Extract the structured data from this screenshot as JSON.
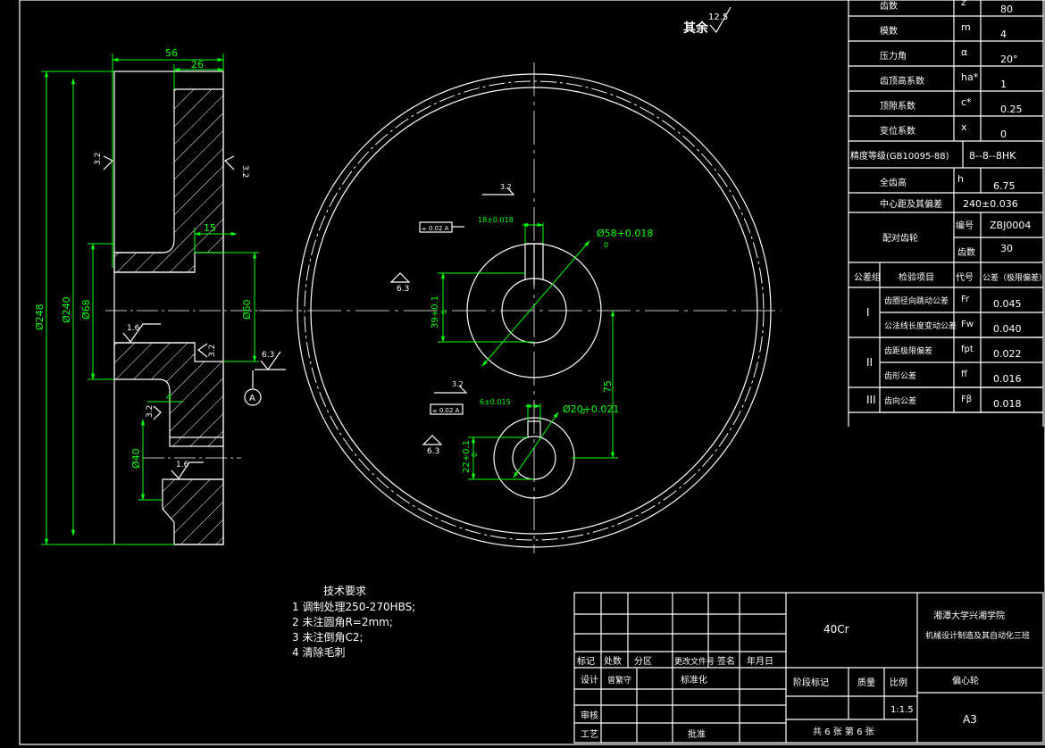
{
  "drawing": {
    "surface_roughness": {
      "label": "其余",
      "value": "12.5"
    },
    "side_view": {
      "dims": {
        "w56": "56",
        "w26": "26",
        "w15": "15",
        "d248": "Ø248",
        "d240": "Ø240",
        "d68": "Ø68",
        "d60": "Ø60",
        "d40": "Ø40",
        "r4": "4"
      },
      "roughness": {
        "r32a": "3.2",
        "r32b": "3.2",
        "r32c": "3.2",
        "r32d": "3.2",
        "r16a": "1.6",
        "r16b": "1.6",
        "r63": "6.3"
      },
      "datum": "A"
    },
    "front_view": {
      "hole1": {
        "width": "18±0.018",
        "diameter": "Ø58+0.018",
        "diameter_tol": "0",
        "depth": "39+0.1",
        "depth_tol": "0",
        "roughness": "6.3",
        "r32": "3.2",
        "tolerance_frame": "⌯ 0.02 A"
      },
      "hole2": {
        "width": "6±0.015",
        "diameter": "Ø20+0.021",
        "diameter_tol": "0",
        "depth": "22+0.1",
        "depth_tol": "0",
        "roughness": "6.3",
        "r32": "3.2",
        "tolerance_frame": "⌯ 0.02 A"
      },
      "center_distance": "75"
    }
  },
  "params_table": {
    "rows": [
      {
        "name": "齿数",
        "symbol": "z",
        "value": "80"
      },
      {
        "name": "模数",
        "symbol": "m",
        "value": "4"
      },
      {
        "name": "压力角",
        "symbol": "α",
        "value": "20°"
      },
      {
        "name": "齿顶高系数",
        "symbol": "ha*",
        "value": "1"
      },
      {
        "name": "顶隙系数",
        "symbol": "c*",
        "value": "0.25"
      },
      {
        "name": "变位系数",
        "symbol": "x",
        "value": "0"
      }
    ],
    "precision_label": "精度等级(GB10095-88)",
    "precision_value": "8--8--8HK",
    "full_depth_label": "全齿高",
    "full_depth_symbol": "h",
    "full_depth_value": "6.75",
    "center_dist_label": "中心距及其偏差",
    "center_dist_value": "240±0.036",
    "mating_label": "配对齿轮",
    "mating_code_label": "编号",
    "mating_code_value": "ZBJ0004",
    "mating_teeth_label": "齿数",
    "mating_teeth_value": "30",
    "header": {
      "group": "公差组",
      "item": "检验项目",
      "code": "代号",
      "tol": "公差（极限偏差）"
    },
    "groups": [
      {
        "roman": "I",
        "items": [
          {
            "name": "齿圈径向跳动公差",
            "code": "Fr",
            "tol": "0.045"
          },
          {
            "name": "公法线长度变动公差",
            "code": "Fw",
            "tol": "0.040"
          }
        ]
      },
      {
        "roman": "II",
        "items": [
          {
            "name": "齿距极限偏差",
            "code": "fpt",
            "tol": "0.022"
          },
          {
            "name": "齿形公差",
            "code": "ff",
            "tol": "0.016"
          }
        ]
      },
      {
        "roman": "III",
        "items": [
          {
            "name": "齿向公差",
            "code": "Fβ",
            "tol": "0.018"
          }
        ]
      }
    ]
  },
  "tech_req": {
    "title": "技术要求",
    "items": [
      "1 调制处理250-270HBS;",
      "2 未注圆角R=2mm;",
      "3 未注倒角C2;",
      "4 清除毛刺"
    ]
  },
  "title_block": {
    "material": "40Cr",
    "school": "湘潭大学兴湘学院",
    "class": "机械设计制造及其自动化三班",
    "part": "偏心轮",
    "scale_label": "比例",
    "scale": "1:1.5",
    "stage": "阶段标记",
    "weight": "质量",
    "sheets": "共 6 张 第 6 张",
    "size": "A3",
    "rev_headers": [
      "标记",
      "处数",
      "分区",
      "更改文件号",
      "签名",
      "年月日"
    ],
    "design": "设计",
    "standard_lbl": "标准化",
    "review": "审核",
    "craft": "工艺",
    "approve": "批准",
    "designer": "曾繁守"
  }
}
